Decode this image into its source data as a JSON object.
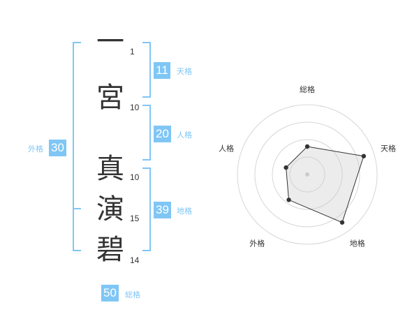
{
  "name": {
    "characters": [
      {
        "char": "一",
        "strokes": "1"
      },
      {
        "char": "宮",
        "strokes": "10"
      },
      {
        "char": "真",
        "strokes": "10"
      },
      {
        "char": "演",
        "strokes": "15"
      },
      {
        "char": "碧",
        "strokes": "14"
      }
    ]
  },
  "fortunes": {
    "tenkaku": {
      "value": "11",
      "label": "天格"
    },
    "jinkaku": {
      "value": "20",
      "label": "人格"
    },
    "chikaku": {
      "value": "39",
      "label": "地格"
    },
    "gaikaku": {
      "value": "30",
      "label": "外格"
    },
    "soukaku": {
      "value": "50",
      "label": "総格"
    }
  },
  "accent_color": "#7fc6f5",
  "chart_data": {
    "type": "radar",
    "axes": [
      "総格",
      "天格",
      "地格",
      "外格",
      "人格"
    ],
    "values": [
      0.4,
      0.85,
      0.85,
      0.45,
      0.32
    ],
    "rings": 4,
    "max": 1
  }
}
